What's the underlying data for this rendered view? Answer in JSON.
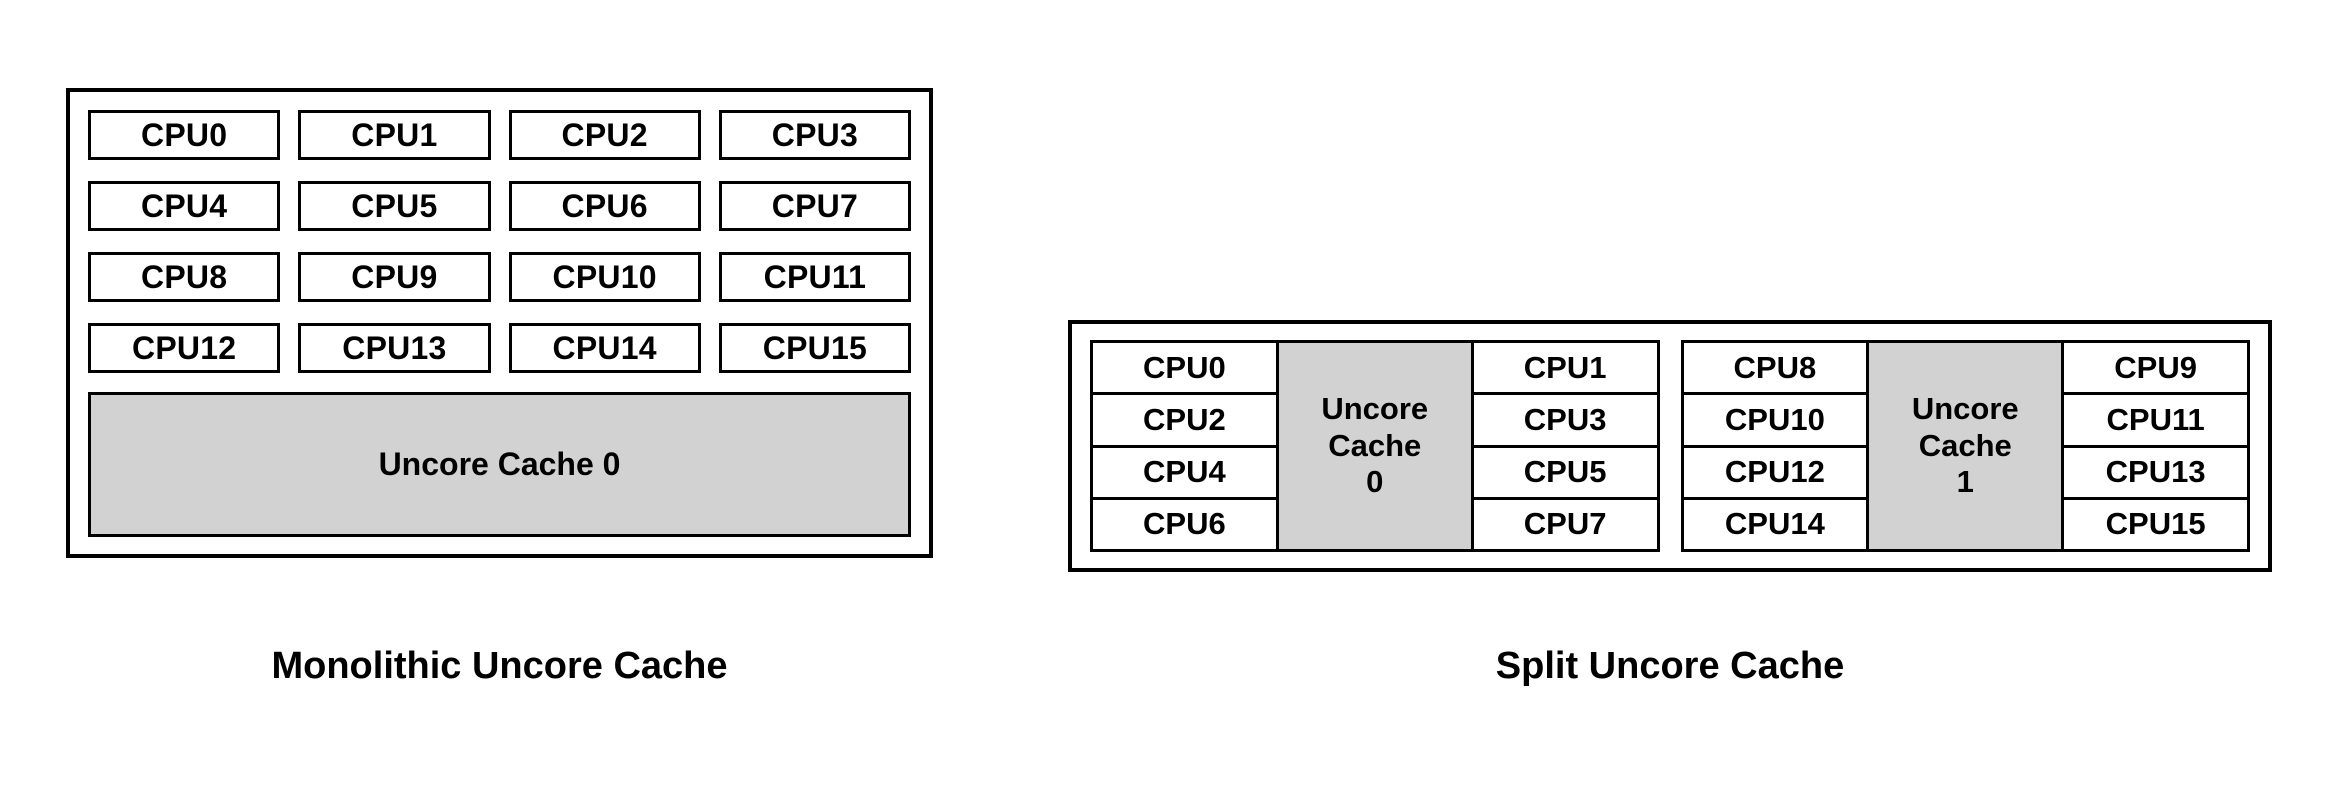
{
  "diagram": {
    "monolithic": {
      "caption": "Monolithic Uncore Cache",
      "cpus": [
        "CPU0",
        "CPU1",
        "CPU2",
        "CPU3",
        "CPU4",
        "CPU5",
        "CPU6",
        "CPU7",
        "CPU8",
        "CPU9",
        "CPU10",
        "CPU11",
        "CPU12",
        "CPU13",
        "CPU14",
        "CPU15"
      ],
      "cache_label": "Uncore Cache 0"
    },
    "split": {
      "caption": "Split Uncore Cache",
      "clusters": [
        {
          "left_cpus": [
            "CPU0",
            "CPU2",
            "CPU4",
            "CPU6"
          ],
          "cache_lines": [
            "Uncore",
            "Cache",
            "0"
          ],
          "right_cpus": [
            "CPU1",
            "CPU3",
            "CPU5",
            "CPU7"
          ]
        },
        {
          "left_cpus": [
            "CPU8",
            "CPU10",
            "CPU12",
            "CPU14"
          ],
          "cache_lines": [
            "Uncore",
            "Cache",
            "1"
          ],
          "right_cpus": [
            "CPU9",
            "CPU11",
            "CPU13",
            "CPU15"
          ]
        }
      ]
    }
  },
  "colors": {
    "background": "#ffffff",
    "border": "#000000",
    "cache_fill": "#d2d2d2",
    "text": "#000000"
  }
}
